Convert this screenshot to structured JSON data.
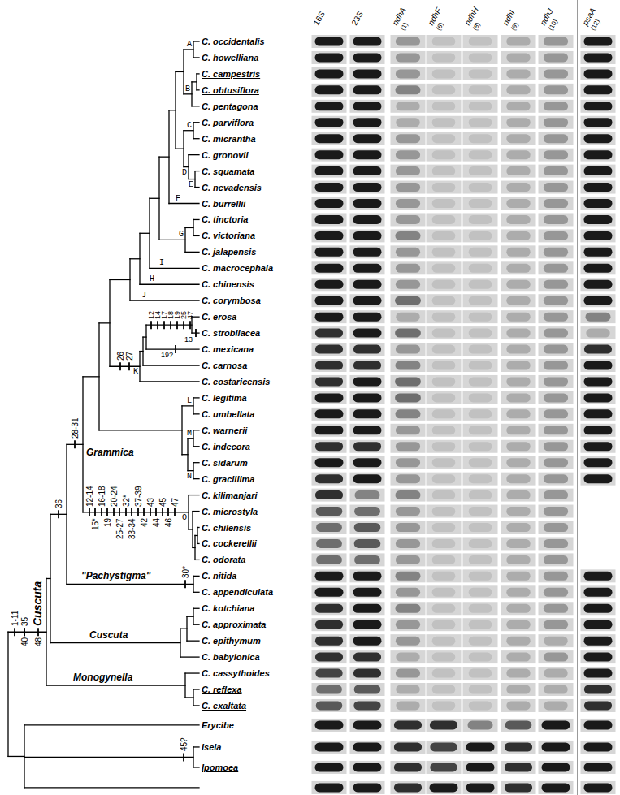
{
  "diagram": {
    "labels": [
      "16S",
      "23S",
      "ndhA",
      "(1)",
      "ndhF",
      "(6)",
      "ndhH",
      "(8)",
      "ndhI",
      "(9)",
      "ndhJ",
      "(10)",
      "psaA",
      "(12)",
      "C. occidentalis",
      "C. howelliana",
      "C. campestris",
      "C. obtusiflora",
      "C. pentagona",
      "C. parviflora",
      "C. micrantha",
      "C. gronovii",
      "C. squamata",
      "C. nevadensis",
      "C. burrellii",
      "C. tinctoria",
      "C. victoriana",
      "C. jalapensis",
      "C. macrocephala",
      "C. chinensis",
      "C. corymbosa",
      "C. erosa",
      "C. strobilacea",
      "C. mexicana",
      "C. carnosa",
      "C. costaricensis",
      "C. legitima",
      "C. umbellata",
      "C. warnerii",
      "C. indecora",
      "C. sidarum",
      "C. gracillima",
      "C. kilimanjari",
      "C. microstyla",
      "C. chilensis",
      "C. cockerellii",
      "C. odorata",
      "C. nitida",
      "C. appendiculata",
      "C. kotchiana",
      "C. approximata",
      "C. epithymum",
      "C. babylonica",
      "C. cassythoides",
      "C. reflexa",
      "C. exaltata",
      "Erycibe",
      "Iseia",
      "Ipomoea",
      "A",
      "B",
      "C",
      "D",
      "E",
      "F",
      "G",
      "H",
      "I",
      "J",
      "K",
      "L",
      "M",
      "N",
      "O",
      "Grammica",
      "\"Pachystigma\"",
      "Cuscuta",
      "Monogynella",
      "Cuscuta",
      "1-11",
      "35",
      "40",
      "48",
      "36",
      "28-31",
      "26",
      "27",
      "12",
      "14",
      "17",
      "18",
      "19",
      "25",
      "47",
      "13",
      "19?",
      "12-14",
      "16-18",
      "20-24",
      "32*",
      "37-39",
      "43",
      "45",
      "47",
      "15*",
      "19",
      "25-27",
      "33-34",
      "42",
      "44",
      "46",
      "30*",
      "45?"
    ]
  }
}
